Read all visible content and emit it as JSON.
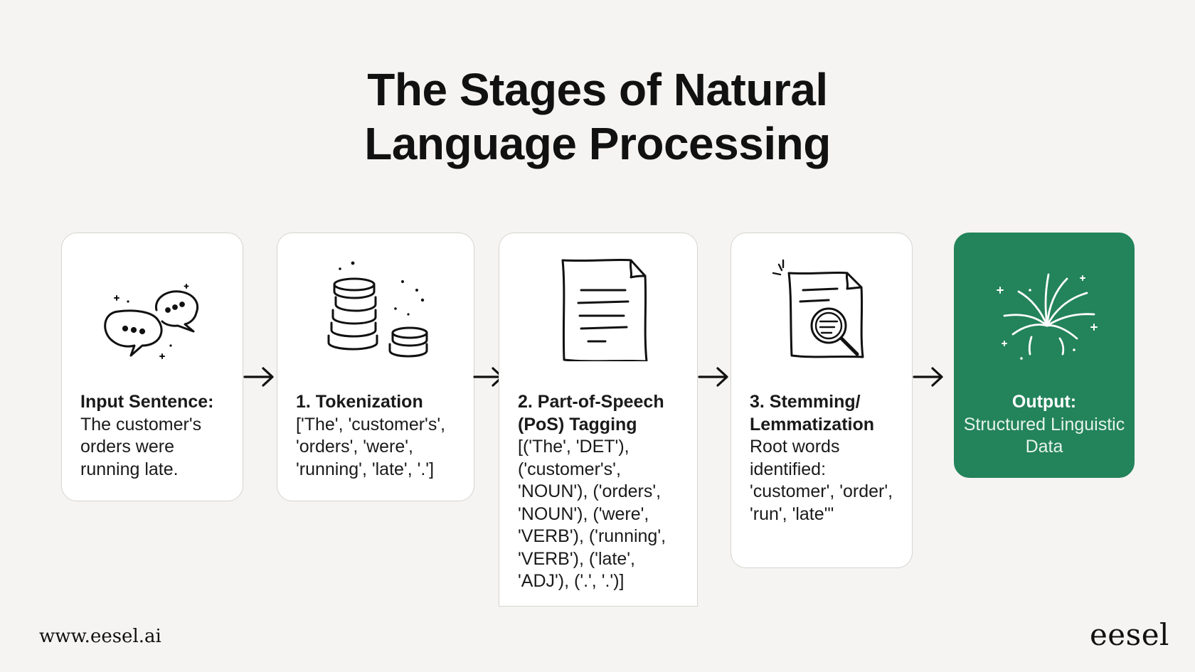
{
  "title": {
    "line1": "The Stages of Natural",
    "line2": "Language Processing"
  },
  "stages": [
    {
      "icon": "chat-bubbles-icon",
      "heading": "Input Sentence:",
      "body": "The customer's orders were running late."
    },
    {
      "icon": "coin-stacks-icon",
      "heading": "1. Tokenization",
      "body": "['The', 'customer's', 'orders', 'were', 'running', 'late', '.']"
    },
    {
      "icon": "document-icon",
      "heading": "2. Part-of-Speech (PoS) Tagging",
      "body": "[('The', 'DET'), ('customer's', 'NOUN'), ('orders', 'NOUN'), ('were', 'VERB'), ('running', 'VERB'), ('late', 'ADJ'), ('.', '.')]"
    },
    {
      "icon": "document-search-icon",
      "heading": "3. Stemming/ Lemmatization",
      "body": "Root words identified: 'customer', 'order', 'run', 'late'\""
    },
    {
      "icon": "firework-icon",
      "heading": "Output:",
      "body": "Structured Linguistic Data"
    }
  ],
  "footer": {
    "url": "www.eesel.ai",
    "logo": "eesel"
  },
  "colors": {
    "background": "#f5f4f2",
    "card": "#ffffff",
    "card_border": "#d6d4d0",
    "output_card": "#23835a"
  }
}
